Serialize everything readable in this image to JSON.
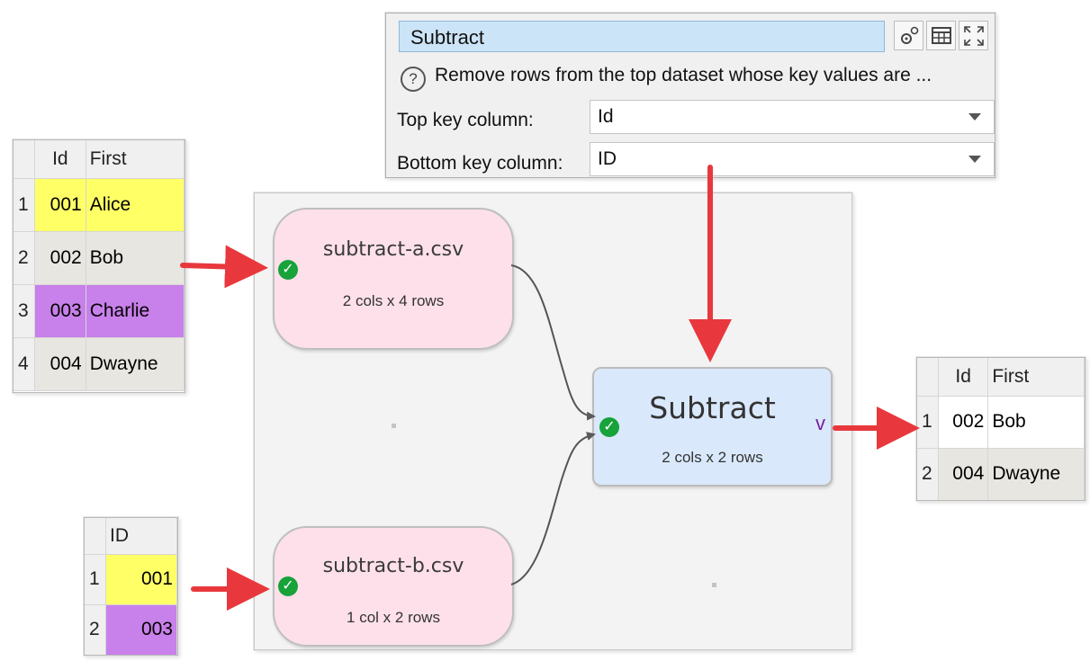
{
  "properties_panel": {
    "transform_name": "Subtract",
    "settings_icon": "settings-gear-icon",
    "table_icon": "table-view-icon",
    "maximize_icon": "maximize-icon",
    "help_icon": "help-question-icon",
    "description": "Remove rows from the top dataset whose key values are ...",
    "top_key_label": "Top key column:",
    "top_key_value": "Id",
    "bottom_key_label": "Bottom key column:",
    "bottom_key_value": "ID"
  },
  "table_a": {
    "headers": [
      "Id",
      "First"
    ],
    "rows": [
      {
        "n": "1",
        "id": "001",
        "first": "Alice"
      },
      {
        "n": "2",
        "id": "002",
        "first": "Bob"
      },
      {
        "n": "3",
        "id": "003",
        "first": "Charlie"
      },
      {
        "n": "4",
        "id": "004",
        "first": "Dwayne"
      }
    ]
  },
  "table_b": {
    "headers": [
      "ID"
    ],
    "rows": [
      {
        "n": "1",
        "id": "001"
      },
      {
        "n": "2",
        "id": "003"
      }
    ]
  },
  "table_result": {
    "headers": [
      "Id",
      "First"
    ],
    "rows": [
      {
        "n": "1",
        "id": "002",
        "first": "Bob"
      },
      {
        "n": "2",
        "id": "004",
        "first": "Dwayne"
      }
    ]
  },
  "canvas": {
    "input_a": {
      "title": "subtract-a.csv",
      "subtitle": "2 cols x 4 rows"
    },
    "input_b": {
      "title": "subtract-b.csv",
      "subtitle": "1 col x 2 rows"
    },
    "transform": {
      "title": "Subtract",
      "subtitle": "2 cols x 2 rows",
      "expand_glyph": "v"
    },
    "status_icon": "check-circle-icon"
  },
  "colors": {
    "highlight_yellow": "#ffff66",
    "highlight_purple": "#c880ea",
    "input_node": "#fde0ea",
    "transform_node": "#d9e9fb",
    "arrow": "#e8383d",
    "ok_green": "#17a23a"
  }
}
